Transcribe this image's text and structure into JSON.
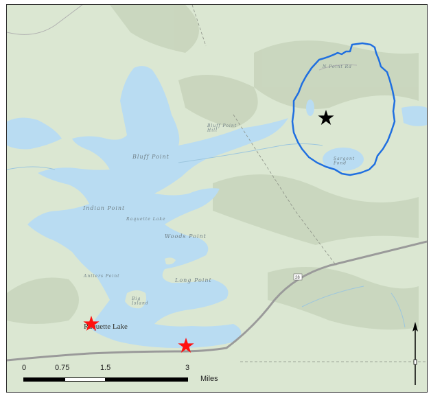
{
  "map": {
    "labels": {
      "bluff_point": "Bluff Point",
      "bluff_point_hill": "Bluff Point\nHill",
      "indian_point": "Indian Point",
      "raquette_lake_water": "Raquette Lake",
      "woods_point": "Woods Point",
      "long_point": "Long Point",
      "antlers_point": "Antlers Point",
      "big_island": "Big\nIsland",
      "sargent_pond": "Sargent\nPond",
      "sargent_road": "N Point Rd",
      "town": "Raquette Lake"
    },
    "routes": {
      "route_28": "28"
    }
  },
  "legend": {
    "colors": {
      "water": "#b9dcf2",
      "land": "#dbe7d2",
      "boundary": "#1f6fe0",
      "star_red": "#ff1010",
      "star_black": "#000000"
    }
  },
  "scale": {
    "ticks": [
      "0",
      "0.75",
      "1.5",
      "3"
    ],
    "units": "Miles"
  }
}
